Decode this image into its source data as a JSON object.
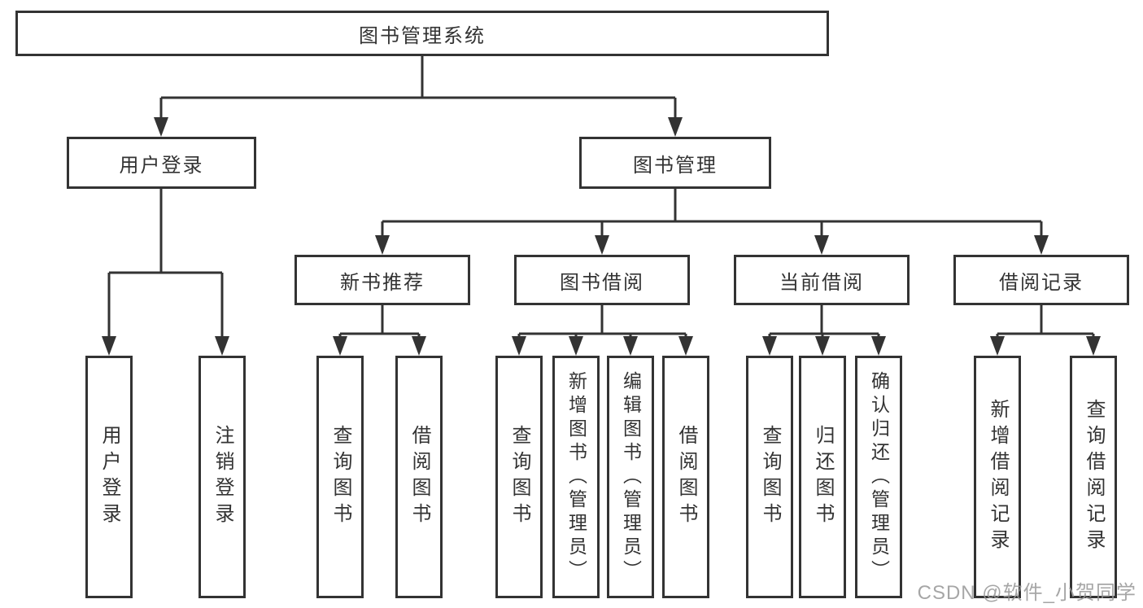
{
  "diagram": {
    "root": {
      "label": "图书管理系统"
    },
    "level2": [
      {
        "label": "用户登录"
      },
      {
        "label": "图书管理"
      }
    ],
    "level3": [
      {
        "label": "新书推荐"
      },
      {
        "label": "图书借阅"
      },
      {
        "label": "当前借阅"
      },
      {
        "label": "借阅记录"
      }
    ],
    "level4": [
      {
        "label": "用户登录"
      },
      {
        "label": "注销登录"
      },
      {
        "label": "查询图书"
      },
      {
        "label": "借阅图书"
      },
      {
        "label": "查询图书"
      },
      {
        "label": "新增图书（管理员）"
      },
      {
        "label": "编辑图书（管理员）"
      },
      {
        "label": "借阅图书"
      },
      {
        "label": "查询图书"
      },
      {
        "label": "归还图书"
      },
      {
        "label": "确认归还（管理员）"
      },
      {
        "label": "新增借阅记录"
      },
      {
        "label": "查询借阅记录"
      }
    ]
  },
  "watermark": {
    "text": "CSDN @软件_小贺同学"
  },
  "colors": {
    "line": "#333333",
    "box_border": "#333333",
    "box_bg": "#ffffff",
    "text": "#333333",
    "watermark": "#979797"
  }
}
